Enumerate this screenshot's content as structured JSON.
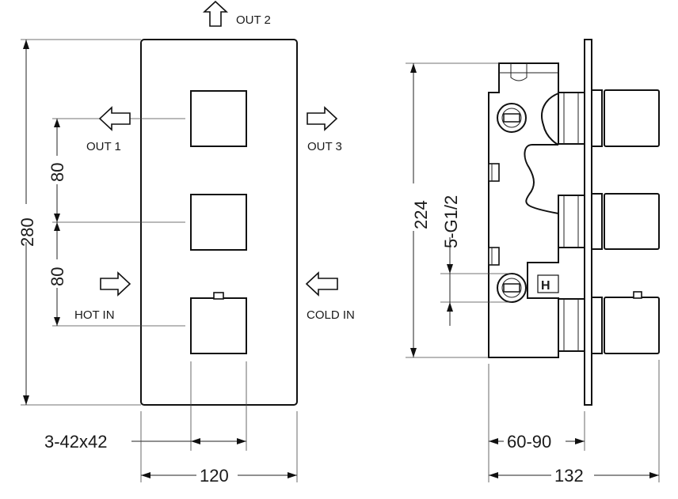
{
  "front_view": {
    "ports": {
      "out1": "OUT 1",
      "out2": "OUT 2",
      "out3": "OUT 3",
      "hot_in": "HOT IN",
      "cold_in": "COLD IN"
    },
    "dimensions": {
      "height": "280",
      "spacing_upper": "80",
      "spacing_lower": "80",
      "knob_size": "3-42x42",
      "width": "120"
    }
  },
  "side_view": {
    "dimensions": {
      "height": "224",
      "thread": "5-G1/2",
      "depth_range": "60-90",
      "depth_total": "132"
    },
    "hot_mark": "H"
  }
}
